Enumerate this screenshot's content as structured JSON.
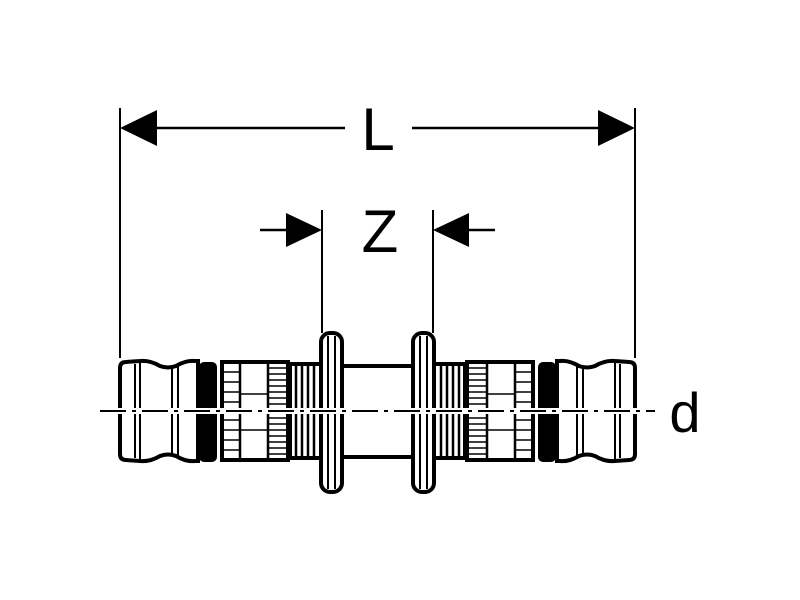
{
  "diagram": {
    "labels": {
      "length": "L",
      "insertion_gap": "Z",
      "diameter": "d"
    },
    "colors": {
      "line": "#000000",
      "background": "#ffffff"
    }
  }
}
